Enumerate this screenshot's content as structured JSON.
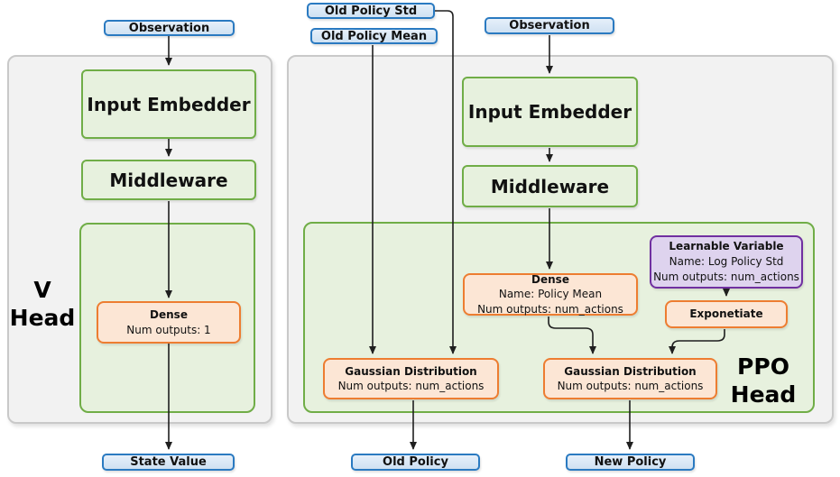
{
  "colors": {
    "blue_border": "#2a7ac1",
    "blue_fill": "#dbe9f6",
    "green_border": "#70ad47",
    "green_fill": "#e7f1de",
    "orange_border": "#ed7d31",
    "orange_fill": "#fce6d5",
    "purple_border": "#7030a0",
    "purple_fill": "#ded3ee",
    "panel_fill": "#f2f2f2",
    "panel_border": "#c9c9c9",
    "arrow": "#1f1f1f"
  },
  "v_head": {
    "label_line1": "V",
    "label_line2": "Head",
    "observation": "Observation",
    "input_embedder": "Input Embedder",
    "middleware": "Middleware",
    "dense": {
      "title": "Dense",
      "line1": "Num outputs: 1"
    },
    "state_value": "State Value"
  },
  "ppo_head": {
    "label_line1": "PPO",
    "label_line2": "Head",
    "old_policy_std": "Old Policy Std",
    "old_policy_mean": "Old Policy Mean",
    "observation": "Observation",
    "input_embedder": "Input Embedder",
    "middleware": "Middleware",
    "dense": {
      "title": "Dense",
      "line1": "Name: Policy Mean",
      "line2": "Num outputs: num_actions"
    },
    "learnable_variable": {
      "title": "Learnable Variable",
      "line1": "Name: Log Policy Std",
      "line2": "Num outputs: num_actions"
    },
    "exponetiate": "Exponetiate",
    "gaussian_old": {
      "title": "Gaussian Distribution",
      "line1": "Num outputs: num_actions"
    },
    "gaussian_new": {
      "title": "Gaussian Distribution",
      "line1": "Num outputs: num_actions"
    },
    "old_policy": "Old Policy",
    "new_policy": "New Policy"
  }
}
